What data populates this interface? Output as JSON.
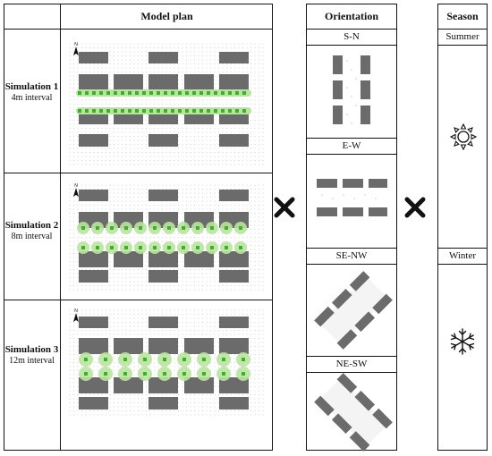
{
  "headers": {
    "model_plan": "Model plan",
    "orientation": "Orientation",
    "season": "Season"
  },
  "simulations": [
    {
      "title": "Simulation 1",
      "subtitle": "4m interval"
    },
    {
      "title": "Simulation 2",
      "subtitle": "8m interval"
    },
    {
      "title": "Simulation 3",
      "subtitle": "12m interval"
    }
  ],
  "orientations": [
    "S-N",
    "E-W",
    "SE-NW",
    "NE-SW"
  ],
  "seasons": [
    "Summer",
    "Winter"
  ],
  "north_marker": "N",
  "operators": [
    "×",
    "×"
  ],
  "colors": {
    "building": "#6b6b6b",
    "sensor_light": "#b9e3a0",
    "sensor_dark": "#3fae2a",
    "grid_dot": "#c8c8c8",
    "line": "#111111"
  },
  "icons": [
    "north-arrow-icon",
    "sun-icon",
    "snowflake-icon",
    "multiply-icon"
  ]
}
